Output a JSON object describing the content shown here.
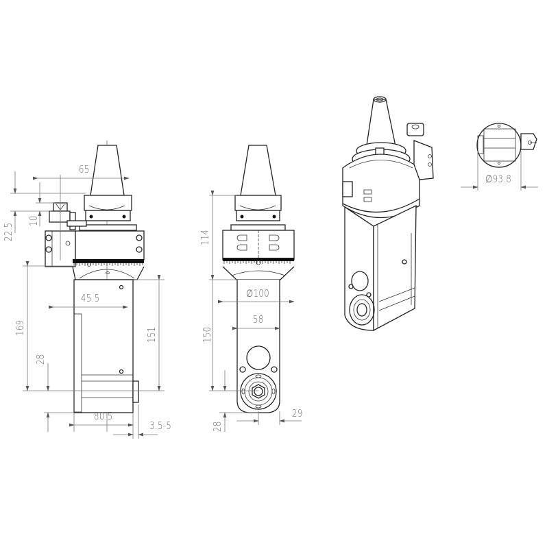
{
  "drawing": {
    "title": "Right-angle milling head technical drawing",
    "views": [
      {
        "name": "side-view",
        "dimensions": {
          "top_width": "65",
          "height_22_5": "22.5",
          "height_10": "10",
          "offset_45_5": "45.5",
          "height_169": "169",
          "height_151": "151",
          "height_28": "28",
          "width_80_5": "80.5",
          "range_3_5_5": "3.5-5"
        }
      },
      {
        "name": "front-view",
        "dimensions": {
          "height_114": "114",
          "diameter_100": "∅100",
          "width_58": "58",
          "height_150": "150",
          "height_28": "28",
          "width_29": "29"
        }
      },
      {
        "name": "isometric-view"
      },
      {
        "name": "top-view",
        "dimensions": {
          "diameter_93_8": "∅93.8"
        }
      }
    ]
  },
  "colors": {
    "line": "#222222",
    "dimension": "#6b6b6b",
    "background": "#ffffff"
  }
}
